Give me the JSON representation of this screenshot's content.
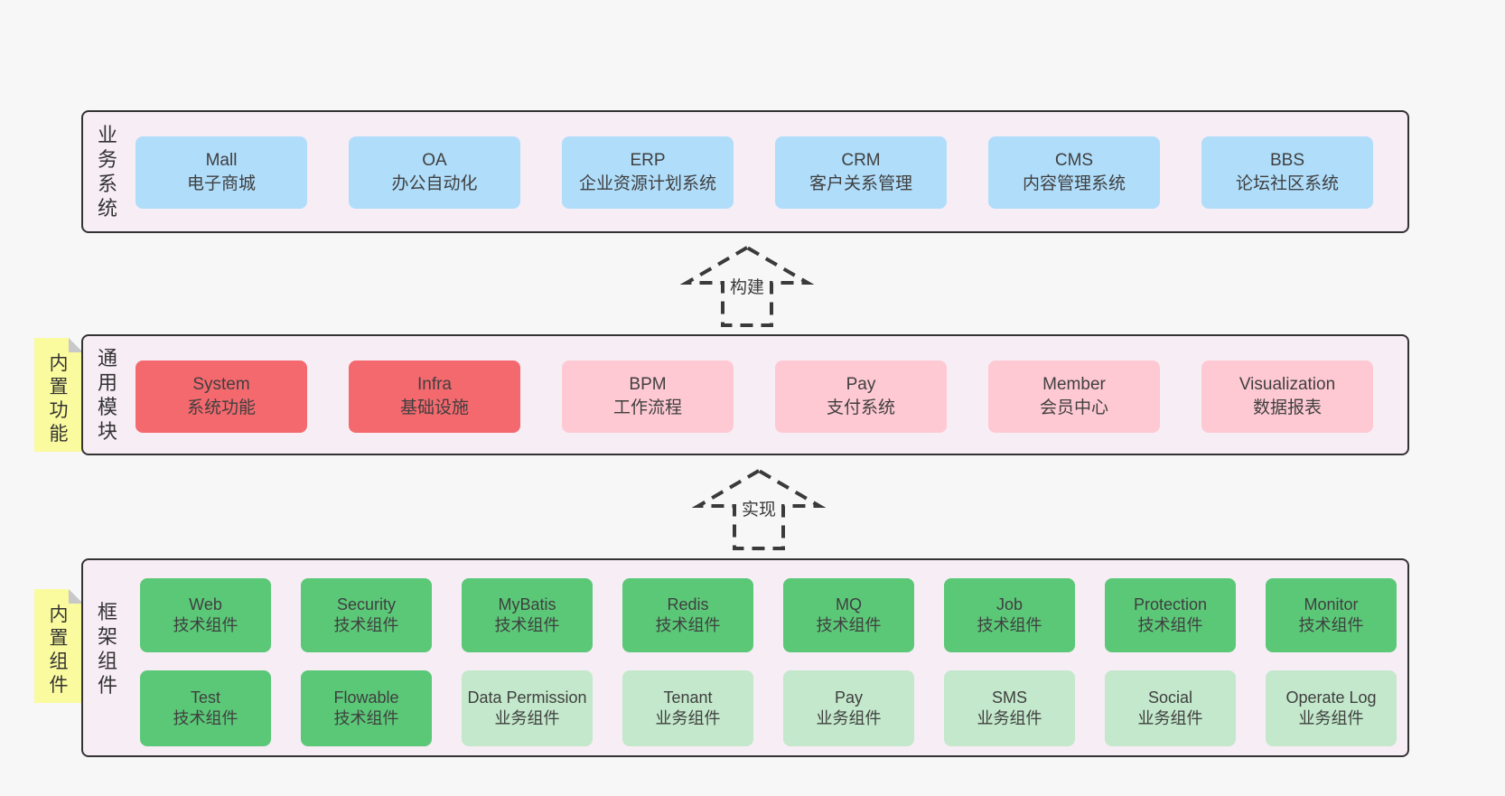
{
  "colors": {
    "page_bg": "#f7f7f7",
    "container_bg": "#f7edf5",
    "container_border": "#333333",
    "blue": "#b0ddfa",
    "red": "#f4696e",
    "pink": "#fec9d3",
    "green": "#5bc878",
    "light_green": "#c3e8cb",
    "sticky_yellow": "#fafa9e",
    "fold_gray": "#c8c8c8",
    "text": "#3f3f3f",
    "arrow": "#3a3a3a"
  },
  "sections": [
    {
      "label": "业务系统",
      "rows": [
        [
          {
            "title": "Mall",
            "subtitle": "电子商城",
            "variant": "blue"
          },
          {
            "title": "OA",
            "subtitle": "办公自动化",
            "variant": "blue"
          },
          {
            "title": "ERP",
            "subtitle": "企业资源计划系统",
            "variant": "blue"
          },
          {
            "title": "CRM",
            "subtitle": "客户关系管理",
            "variant": "blue"
          },
          {
            "title": "CMS",
            "subtitle": "内容管理系统",
            "variant": "blue"
          },
          {
            "title": "BBS",
            "subtitle": "论坛社区系统",
            "variant": "blue"
          }
        ]
      ]
    },
    {
      "label": "通用模块",
      "tab": "内置功能",
      "rows": [
        [
          {
            "title": "System",
            "subtitle": "系统功能",
            "variant": "red"
          },
          {
            "title": "Infra",
            "subtitle": "基础设施",
            "variant": "red"
          },
          {
            "title": "BPM",
            "subtitle": "工作流程",
            "variant": "pink"
          },
          {
            "title": "Pay",
            "subtitle": "支付系统",
            "variant": "pink"
          },
          {
            "title": "Member",
            "subtitle": "会员中心",
            "variant": "pink"
          },
          {
            "title": "Visualization",
            "subtitle": "数据报表",
            "variant": "pink"
          }
        ]
      ]
    },
    {
      "label": "框架组件",
      "tab": "内置组件",
      "rows": [
        [
          {
            "title": "Web",
            "subtitle": "技术组件",
            "variant": "green"
          },
          {
            "title": "Security",
            "subtitle": "技术组件",
            "variant": "green"
          },
          {
            "title": "MyBatis",
            "subtitle": "技术组件",
            "variant": "green"
          },
          {
            "title": "Redis",
            "subtitle": "技术组件",
            "variant": "green"
          },
          {
            "title": "MQ",
            "subtitle": "技术组件",
            "variant": "green"
          },
          {
            "title": "Job",
            "subtitle": "技术组件",
            "variant": "green"
          },
          {
            "title": "Protection",
            "subtitle": "技术组件",
            "variant": "green"
          },
          {
            "title": "Monitor",
            "subtitle": "技术组件",
            "variant": "green"
          }
        ],
        [
          {
            "title": "Test",
            "subtitle": "技术组件",
            "variant": "green"
          },
          {
            "title": "Flowable",
            "subtitle": "技术组件",
            "variant": "green"
          },
          {
            "title": "Data Permission",
            "subtitle": "业务组件",
            "variant": "light_green"
          },
          {
            "title": "Tenant",
            "subtitle": "业务组件",
            "variant": "light_green"
          },
          {
            "title": "Pay",
            "subtitle": "业务组件",
            "variant": "light_green"
          },
          {
            "title": "SMS",
            "subtitle": "业务组件",
            "variant": "light_green"
          },
          {
            "title": "Social",
            "subtitle": "业务组件",
            "variant": "light_green"
          },
          {
            "title": "Operate Log",
            "subtitle": "业务组件",
            "variant": "light_green"
          }
        ]
      ]
    }
  ],
  "arrows": [
    {
      "label": "构建"
    },
    {
      "label": "实现"
    }
  ]
}
